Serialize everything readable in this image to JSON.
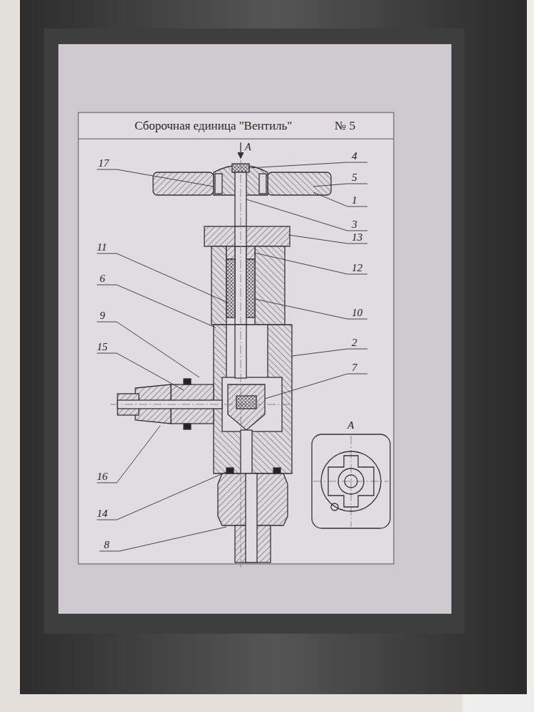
{
  "diagram": {
    "title": "Сборочная единица \"Вентиль\"",
    "labels": [
      "№ 5",
      "А",
      "17",
      "4",
      "5",
      "1",
      "3",
      "11",
      "13",
      "6",
      "12",
      "10",
      "9",
      "2",
      "15",
      "7",
      "16",
      "14",
      "8",
      "А"
    ]
  }
}
